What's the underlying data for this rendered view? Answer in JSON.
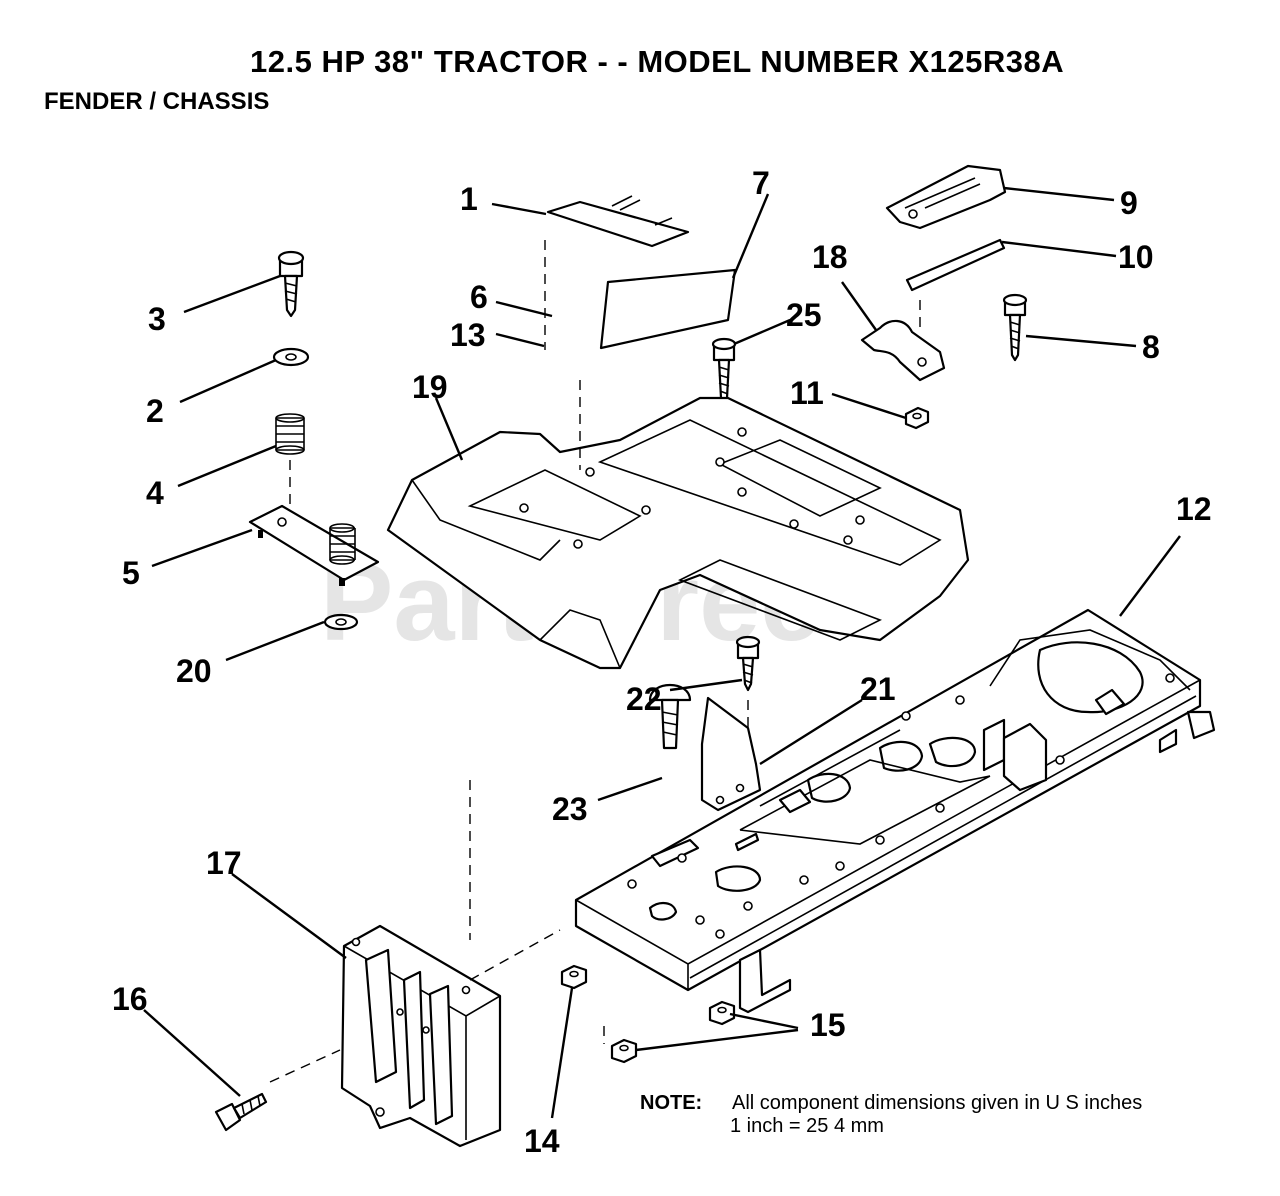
{
  "title": "12.5 HP 38\" TRACTOR - - MODEL NUMBER X125R38A",
  "subtitle": "FENDER / CHASSIS",
  "watermark": "PartsTree",
  "note": {
    "label": "NOTE:",
    "line1": "All component dimensions given in U S  inches",
    "line2": "1 inch = 25 4 mm"
  },
  "callouts": {
    "c1": "1",
    "c2": "2",
    "c3": "3",
    "c4": "4",
    "c5": "5",
    "c6": "6",
    "c7": "7",
    "c8": "8",
    "c9": "9",
    "c10": "10",
    "c11": "11",
    "c12": "12",
    "c13": "13",
    "c14": "14",
    "c15": "15",
    "c16": "16",
    "c17": "17",
    "c18": "18",
    "c19": "19",
    "c20": "20",
    "c21": "21",
    "c22": "22",
    "c23": "23",
    "c25": "25"
  }
}
